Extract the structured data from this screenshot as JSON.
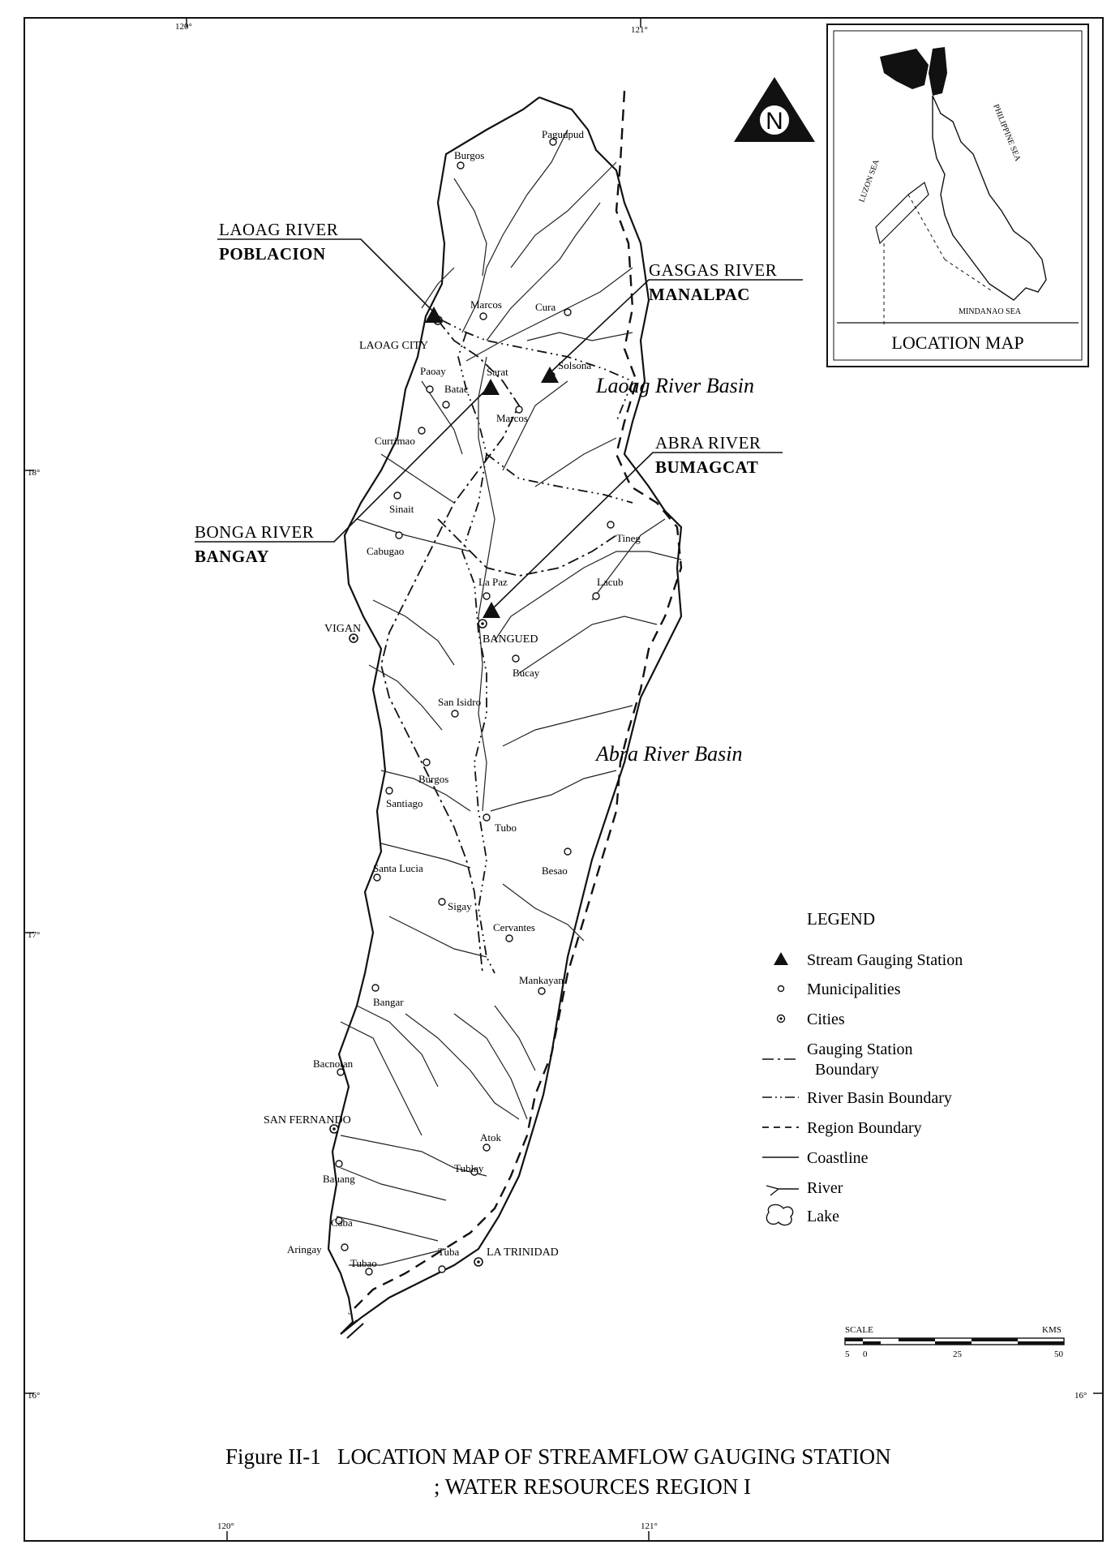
{
  "figure": {
    "caption_line1": "Figure II-1   LOCATION MAP OF STREAMFLOW GAUGING STATION",
    "caption_line2": "; WATER RESOURCES REGION I"
  },
  "coordinates": {
    "top": [
      "120°",
      "121°"
    ],
    "bottom": [
      "120°",
      "121°"
    ],
    "left": [
      "18°",
      "17°",
      "16°"
    ],
    "right": [
      "16°"
    ]
  },
  "north_arrow": {
    "letter": "N"
  },
  "stations": [
    {
      "river": "LAOAG RIVER",
      "site": "POBLACION"
    },
    {
      "river": "GASGAS RIVER",
      "site": "MANALPAC"
    },
    {
      "river": "BONGA RIVER",
      "site": "BANGAY"
    },
    {
      "river": "ABRA RIVER",
      "site": "BUMAGCAT"
    }
  ],
  "basins": [
    "Laoag River Basin",
    "Abra River Basin"
  ],
  "places": {
    "towns": [
      "Pagudpud",
      "Burgos",
      "Marcos",
      "Cura",
      "Solsona",
      "Paoay",
      "Batac",
      "Sarat",
      "Marcos",
      "Currimao",
      "Sinait",
      "Cabugao",
      "Tineg",
      "La Paz",
      "Lacub",
      "Bucay",
      "San Isidro",
      "Burgos",
      "Santiago",
      "Tubo",
      "Santa Lucia",
      "Besao",
      "Sigay",
      "Cervantes",
      "Mankayan",
      "Bangar",
      "Bacnotan",
      "Atok",
      "Bauang",
      "Tublay",
      "Caba",
      "Aringay",
      "Tubao",
      "Tuba"
    ],
    "cities": [
      "LAOAG CITY",
      "VIGAN",
      "BANGUED",
      "SAN FERNANDO",
      "LA TRINIDAD"
    ]
  },
  "legend": {
    "title": "LEGEND",
    "items": [
      "Stream Gauging Station",
      "Municipalities",
      "Cities",
      "Gauging Station",
      "Boundary",
      "River Basin Boundary",
      "Region Boundary",
      "Coastline",
      "River",
      "Lake"
    ]
  },
  "scale": {
    "title": "SCALE",
    "unit": "KMS",
    "ticks": [
      "5",
      "0",
      "25",
      "50"
    ]
  },
  "inset": {
    "title": "LOCATION MAP",
    "labels": [
      "LUZON SEA",
      "PHILIPPINE SEA",
      "MINDANAO SEA"
    ]
  }
}
